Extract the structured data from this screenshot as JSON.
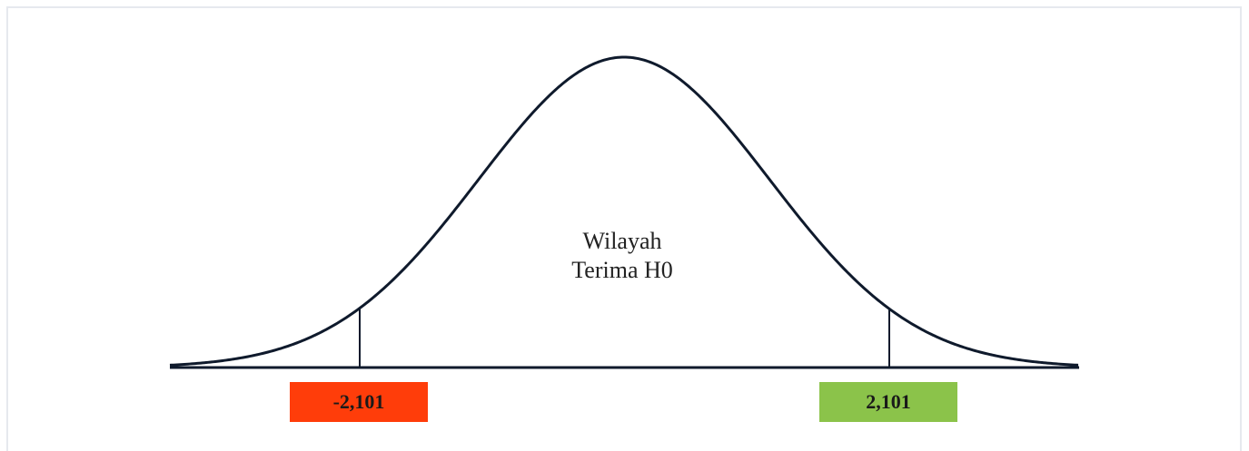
{
  "region": {
    "line1": "Wilayah",
    "line2": "Terima H0"
  },
  "critical_values": {
    "left": {
      "label": "-2,101",
      "value": -2.101,
      "color": "#ff3d0a"
    },
    "right": {
      "label": "2,101",
      "value": 2.101,
      "color": "#8bc34a"
    }
  },
  "colors": {
    "curve": "#0f1a2c",
    "frame": "#e6e9ee"
  }
}
